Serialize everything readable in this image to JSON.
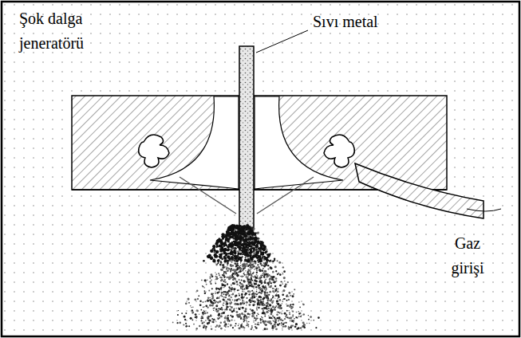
{
  "diagram": {
    "labels": [
      "Şok dalga jeneratörü",
      "Sıvı metal",
      "Gaz girişi"
    ]
  }
}
